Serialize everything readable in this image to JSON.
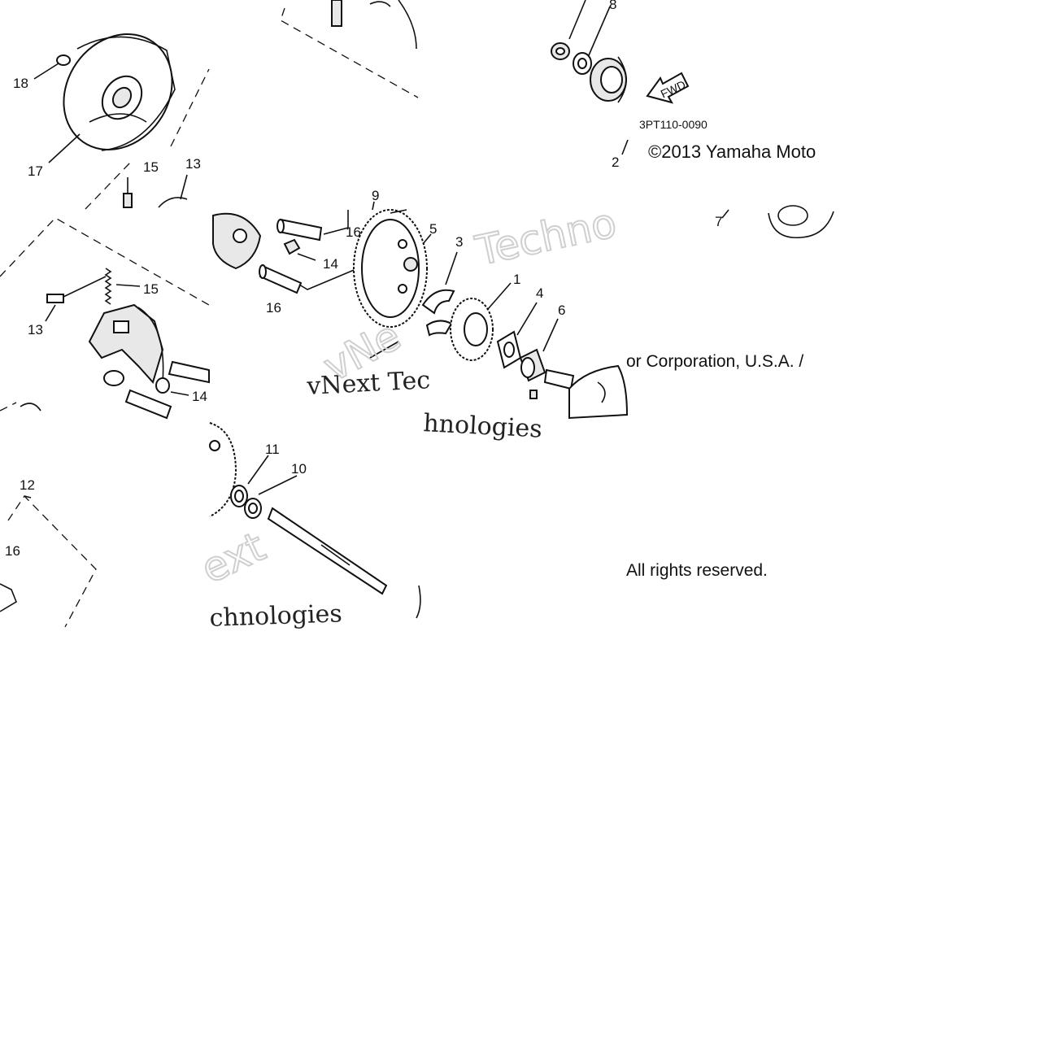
{
  "diagram": {
    "part_code": "3PT110-0090",
    "fwd_label": "FWD",
    "copyright_line1": "©2013 Yamaha Moto",
    "copyright_line2": "or Corporation, U.S.A. /",
    "copyright_line3": "All rights reserved.",
    "watermark_text_1": "Techno",
    "watermark_text_2": "vNext Tec",
    "watermark_text_3": "hnologies",
    "watermark_text_4": "ext",
    "watermark_text_5": "chnologies",
    "watermark_text_6": "vNe",
    "callouts": [
      "18",
      "17",
      "15",
      "13",
      "16",
      "14",
      "16",
      "9",
      "5",
      "3",
      "1",
      "4",
      "6",
      "15",
      "13",
      "14",
      "8",
      "2",
      "7",
      "12",
      "16",
      "11",
      "10"
    ]
  }
}
